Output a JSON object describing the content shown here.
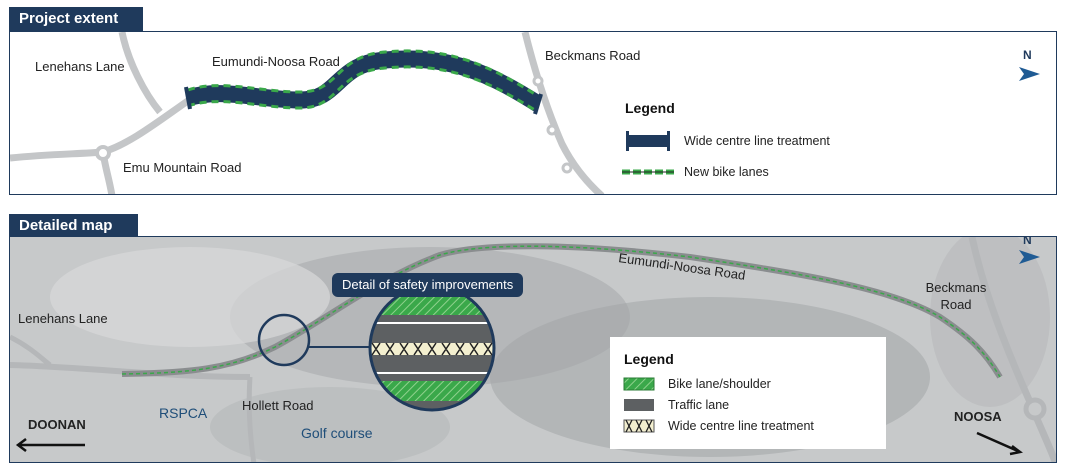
{
  "top_panel": {
    "title": "Project extent",
    "labels": {
      "lenehans": "Lenehans Lane",
      "eumundi": "Eumundi-Noosa Road",
      "beckmans": "Beckmans Road",
      "emu": "Emu Mountain Road"
    },
    "north": "N",
    "legend": {
      "title": "Legend",
      "items": [
        "Wide centre line treatment",
        "New bike lanes"
      ]
    }
  },
  "bottom_panel": {
    "title": "Detailed map",
    "labels": {
      "lenehans": "Lenehans Lane",
      "eumundi": "Eumundi-Noosa Road",
      "beckmans": "Beckmans Road",
      "hollett": "Hollett Road",
      "rspca": "RSPCA",
      "golf": "Golf course",
      "doonan": "DOONAN",
      "noosa": "NOOSA"
    },
    "callout": "Detail of safety improvements",
    "north": "N",
    "legend": {
      "title": "Legend",
      "items": [
        "Bike lane/shoulder",
        "Traffic lane",
        "Wide centre line treatment"
      ]
    }
  },
  "colors": {
    "navy": "#1f3a5c",
    "bike_green": "#3aa84a",
    "road_grey": "#c4c6c8",
    "traffic_grey": "#5d6062",
    "centre_line": "#f3efcf"
  },
  "icons": [
    "north-arrow-icon",
    "doonan-arrow-icon",
    "noosa-arrow-icon"
  ]
}
